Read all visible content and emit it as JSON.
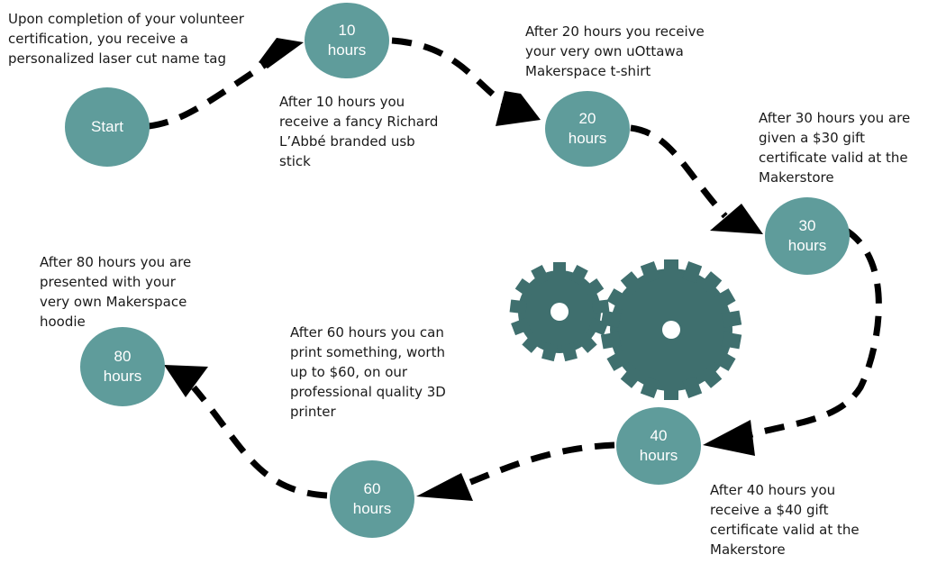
{
  "nodes": {
    "start": {
      "label": "Start"
    },
    "n10": {
      "line1": "10",
      "line2": "hours"
    },
    "n20": {
      "line1": "20",
      "line2": "hours"
    },
    "n30": {
      "line1": "30",
      "line2": "hours"
    },
    "n40": {
      "line1": "40",
      "line2": "hours"
    },
    "n60": {
      "line1": "60",
      "line2": "hours"
    },
    "n80": {
      "line1": "80",
      "line2": "hours"
    }
  },
  "captions": {
    "start": [
      "Upon completion of your volunteer",
      "certification, you receive a",
      "personalized laser cut name tag"
    ],
    "h10": [
      "After 10 hours you",
      "receive a fancy Richard",
      "L’Abbé branded usb",
      "stick"
    ],
    "h20": [
      "After 20 hours you receive",
      "your very own uOttawa",
      "Makerspace t-shirt"
    ],
    "h30": [
      "After 30 hours you are",
      "given a $30 gift",
      "certificate valid at the",
      "Makerstore"
    ],
    "h40": [
      "After 40 hours you",
      "receive a $40 gift",
      "certificate valid at the",
      "Makerstore"
    ],
    "h60": [
      "After 60 hours you can",
      "print something, worth",
      "up to $60, on our",
      "professional quality 3D",
      "printer"
    ],
    "h80": [
      "After 80 hours you are",
      "presented with your",
      "very own Makerspace",
      "hoodie"
    ]
  },
  "colors": {
    "node_fill": "#5f9c9b",
    "node_text": "#ffffff",
    "path": "#000000",
    "gear": "#3f6f6e",
    "caption_text": "#1a1a1a"
  },
  "icons": [
    "small-gear-icon",
    "large-gear-icon"
  ]
}
